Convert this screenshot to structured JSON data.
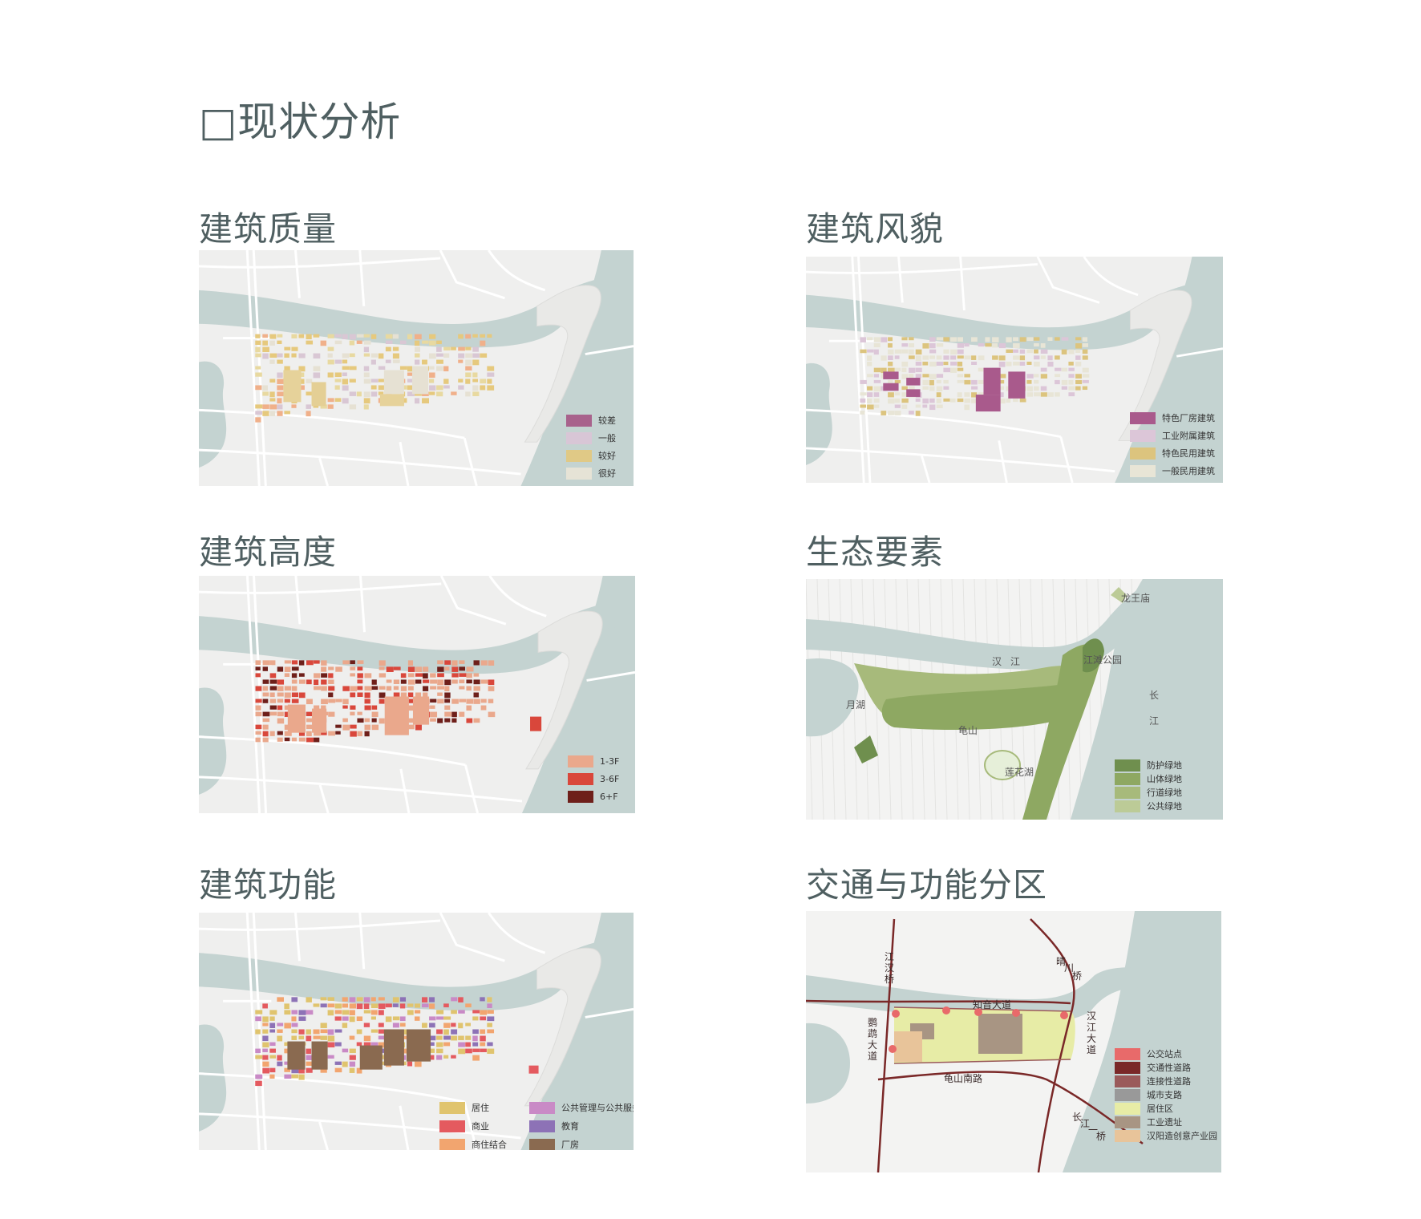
{
  "page_title": "□现状分析",
  "colors": {
    "water": "#c4d3d1",
    "land": "#efefee",
    "road": "#ffffff"
  },
  "panels": {
    "quality": {
      "title": "建筑质量",
      "legend": [
        {
          "label": "较差",
          "color": "#a8628c"
        },
        {
          "label": "一般",
          "color": "#d8c6d6"
        },
        {
          "label": "较好",
          "color": "#e0c986"
        },
        {
          "label": "很好",
          "color": "#e6e3d6"
        }
      ]
    },
    "style": {
      "title": "建筑风貌",
      "legend": [
        {
          "label": "特色厂房建筑",
          "color": "#a95a8c"
        },
        {
          "label": "工业附属建筑",
          "color": "#dcc6d8"
        },
        {
          "label": "特色民用建筑",
          "color": "#dcc47e"
        },
        {
          "label": "一般民用建筑",
          "color": "#e8e5d6"
        }
      ]
    },
    "height": {
      "title": "建筑高度",
      "legend": [
        {
          "label": "1-3F",
          "color": "#eaa88c"
        },
        {
          "label": "3-6F",
          "color": "#d9473b"
        },
        {
          "label": "6+F",
          "color": "#6e1f1a"
        }
      ]
    },
    "ecology": {
      "title": "生态要素",
      "legend": [
        {
          "label": "防护绿地",
          "color": "#6f8f4e"
        },
        {
          "label": "山体绿地",
          "color": "#8ea862"
        },
        {
          "label": "行道绿地",
          "color": "#a7ba7b"
        },
        {
          "label": "公共绿地",
          "color": "#bccb97"
        }
      ],
      "labels": {
        "longwang": "龙王庙",
        "han": "汉",
        "jiang": "江",
        "jiangtan": "江滩公园",
        "yuehu": "月湖",
        "chang": "长",
        "jiang2": "江",
        "guishan": "龟山",
        "lianhua": "莲花湖"
      }
    },
    "function": {
      "title": "建筑功能",
      "legend": [
        {
          "label": "居住",
          "color": "#e0c46e"
        },
        {
          "label": "公共管理与公共服务",
          "color": "#c98ac6"
        },
        {
          "label": "商业",
          "color": "#e45a5f"
        },
        {
          "label": "教育",
          "color": "#8d72b6"
        },
        {
          "label": "商住结合",
          "color": "#f2a56f"
        },
        {
          "label": "厂房",
          "color": "#8a6a50"
        }
      ]
    },
    "traffic": {
      "title": "交通与功能分区",
      "legend": [
        {
          "label": "公交站点",
          "color": "#e86a6a"
        },
        {
          "label": "交通性道路",
          "color": "#7a2828"
        },
        {
          "label": "连接性道路",
          "color": "#9a5a5a"
        },
        {
          "label": "城市支路",
          "color": "#999999"
        },
        {
          "label": "居住区",
          "color": "#e7eca6"
        },
        {
          "label": "工业遗址",
          "color": "#a89583"
        },
        {
          "label": "汉阳造创意产业园",
          "color": "#e8c49a"
        }
      ],
      "labels": {
        "jianghan1": "江",
        "jianghan2": "汉",
        "jianghan3": "桥",
        "zhiyin": "知音大道",
        "yingwu1": "鹦",
        "yingwu2": "鹉",
        "yingwu3": "大",
        "yingwu4": "道",
        "guishannan": "龟山南路",
        "qing1": "晴",
        "qing2": "川",
        "qing3": "桥",
        "changjiang1": "长",
        "changjiang2": "江",
        "changjiang3": "一",
        "changjiang4": "桥",
        "yangtze1": "汉",
        "yangtze2": "江",
        "yangtze3": "大",
        "yangtze4": "道"
      }
    }
  }
}
